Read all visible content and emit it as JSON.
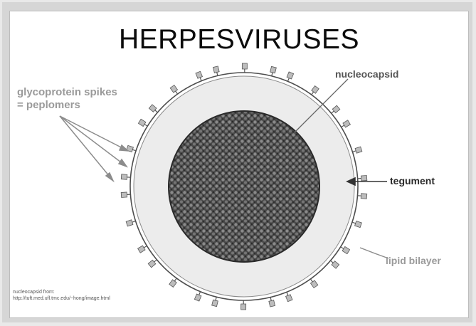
{
  "title": "HERPESVIRUSES",
  "labels": {
    "glycoprotein_line1": "glycoprotein spikes",
    "glycoprotein_line2": "= peplomers",
    "nucleocapsid": "nucleocapsid",
    "tegument": "tegument",
    "lipid_bilayer": "lipid bilayer"
  },
  "credit": {
    "line1": "nucleocapsid from:",
    "line2": "http://tuft.med.ufl.tmc.edu/~hong/image.html"
  },
  "colors": {
    "background": "#e9e9e9",
    "panel": "#ffffff",
    "tegument_fill": "#ececec",
    "nucleocapsid_fill": "#3a3a3a",
    "envelope_stroke": "#4d4d4d"
  }
}
